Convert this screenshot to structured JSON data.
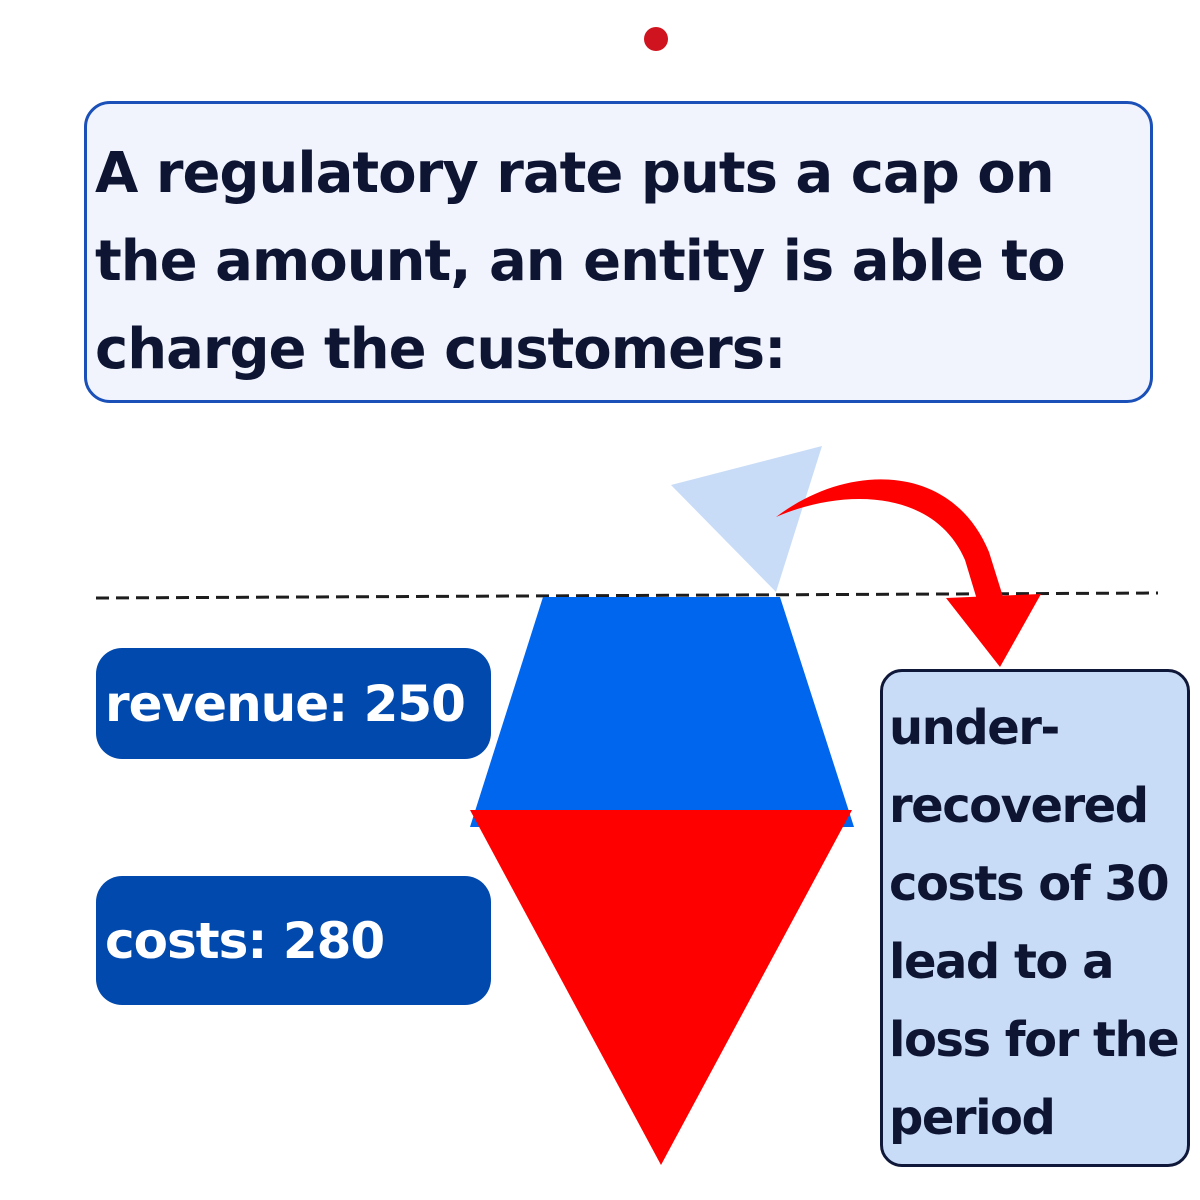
{
  "header": {
    "title": "A regulatory rate puts a cap on the amount, an entity is able to charge the customers:"
  },
  "labels": {
    "revenue": "revenue: 250",
    "costs": "costs: 280"
  },
  "note": {
    "text": "under-recovered costs of 30 lead to a loss for the period"
  },
  "colors": {
    "revenue_shape": "#0066ee",
    "costs_shape": "#ff0000",
    "under_recovery_shape": "#c8dcf7",
    "arrow": "#ff0000",
    "dot": "#d0141f",
    "label_pill": "#0149ad",
    "title_border": "#1a50b8",
    "title_fill": "#f1f4fd",
    "note_fill": "#c8dcf7",
    "text_dark": "#0d1533"
  }
}
